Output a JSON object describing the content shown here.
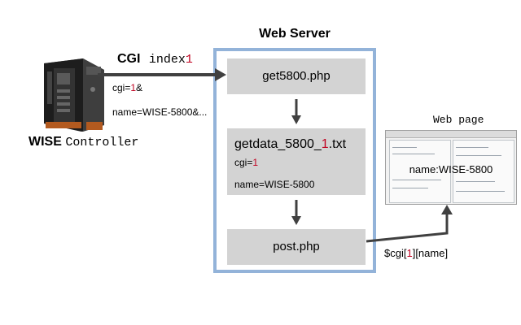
{
  "server": {
    "title": "Web Server",
    "box1": "get5800.php",
    "box2": {
      "title_prefix": "getdata_5800_",
      "title_num": "1",
      "title_suffix": ".txt",
      "cgi_prefix": "cgi=",
      "cgi_num": "1",
      "name_line": "name=WISE-5800"
    },
    "box3": "post.php"
  },
  "controller": {
    "label_bold": "WISE",
    "label_rest": "Controller"
  },
  "cgi": {
    "label": "CGI",
    "index_prefix": "index",
    "index_num": "1",
    "cgi_prefix": "cgi=",
    "cgi_num": "1",
    "cgi_suffix": "&",
    "name_line": "name=WISE-5800&..."
  },
  "webpage": {
    "title": "Web page",
    "overlay": "name:WISE-5800"
  },
  "post_var": {
    "prefix": "$cgi[",
    "num": "1",
    "suffix": "][name]"
  },
  "colors": {
    "server_border": "#93b3d9",
    "box_fill": "#d3d3d3",
    "arrow": "#404040",
    "highlight": "#c0001f"
  }
}
